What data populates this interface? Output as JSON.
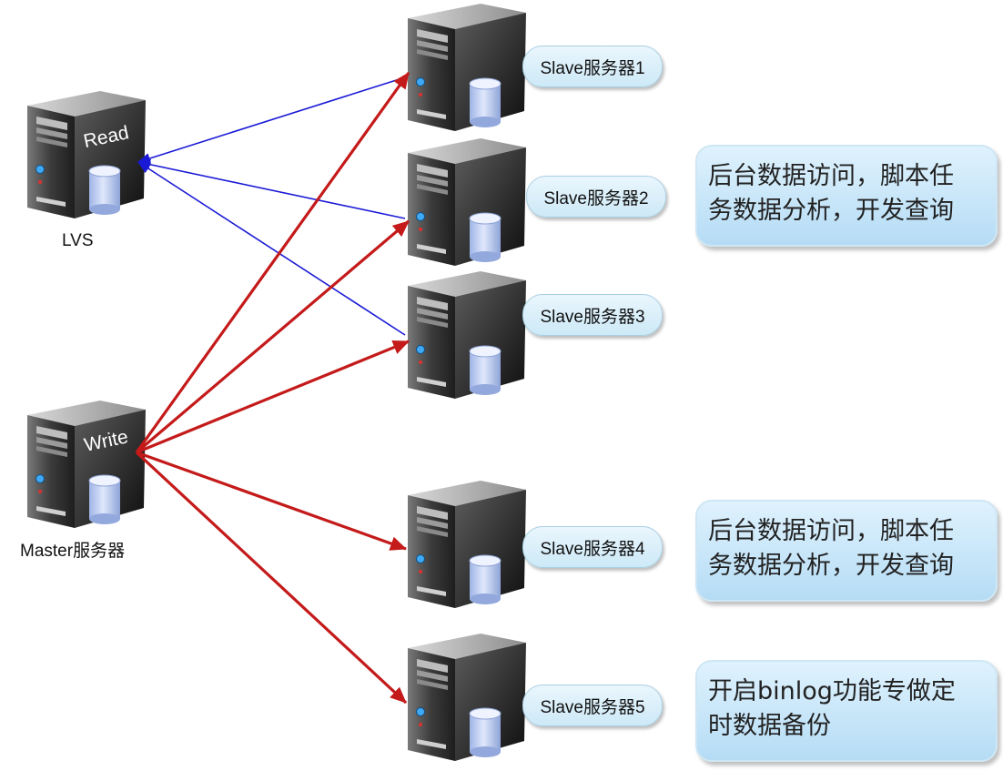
{
  "servers": {
    "lvs": {
      "label": "LVS",
      "badge": "Read"
    },
    "master": {
      "label": "Master服务器",
      "badge": "Write"
    },
    "slaves": [
      {
        "label": "Slave服务器1"
      },
      {
        "label": "Slave服务器2"
      },
      {
        "label": "Slave服务器3"
      },
      {
        "label": "Slave服务器4"
      },
      {
        "label": "Slave服务器5"
      }
    ]
  },
  "notes": [
    {
      "line1": "后台数据访问，脚本任",
      "line2": "务数据分析，开发查询"
    },
    {
      "line1": "后台数据访问，脚本任",
      "line2": "务数据分析，开发查询"
    },
    {
      "line1": "开启binlog功能专做定",
      "line2": "时数据备份"
    }
  ],
  "colors": {
    "read_arrow": "#1a1ad6",
    "write_arrow": "#c41a1a",
    "note_fill": "#c6e5f8",
    "pill_fill": "#d6edf9"
  }
}
